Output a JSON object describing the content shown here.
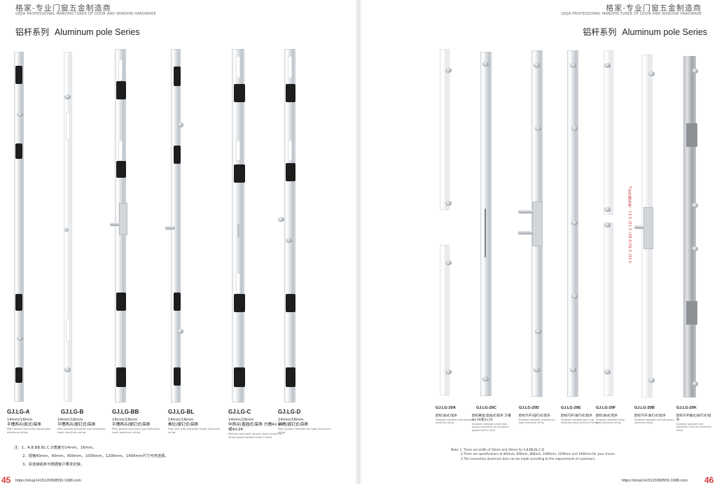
{
  "left_page": {
    "brand_cn": "格家-专业门窗五金制造商",
    "brand_en": "GEJIA PROFESSIONAL MANUFACTURER OF DOOR AND WINDOW HARDWARE",
    "series_cn": "铝杆系列",
    "series_en": "Aluminum pole Series",
    "page_number": "45",
    "url": "https://shop1415120368559.1688.com",
    "products": [
      {
        "code": "GJ.LG-A",
        "spec": "14mm/16mm",
        "name_cn": "平槽两点(扳式)铝条",
        "name_en": "Plain groove two-point (hang type) aluminum string"
      },
      {
        "code": "GJ.LG-B",
        "spec": "14mm/16mm",
        "name_cn": "平槽两点(拔钉式)铝条",
        "name_en": "Plain groove two-point (nail extraction type) aluminum string"
      },
      {
        "code": "GJ.LG-BB",
        "spec": "14mm/16mm",
        "name_cn": "平槽两点(拔钉式)铝条",
        "name_en": "Plain groove two-point (nail extraction type) aluminum string"
      },
      {
        "code": "GJ.LG-BL",
        "spec": "14mm/16mm",
        "name_cn": "推拉(拔钉式)铝条",
        "name_en": "Push-pull (nail extraction type) aluminum string"
      },
      {
        "code": "GJ.LG-C",
        "spec": "14mm/16mm",
        "name_cn": "中两点(直插式)铝条 方槽4×16或4×24",
        "name_en": "Medium two-point (plug-in type) aluminum string square groove 4x16 or 4x24"
      },
      {
        "code": "GJ.LG-D",
        "spec": "14mm/16mm",
        "name_cn": "平槽(插钉式)铝条",
        "name_en": "Plain groove (inserted pin type) aluminum string"
      }
    ],
    "notes": [
      "注：1、A.B.BB.BL.C.D宽度分14mm，16mm。",
      "2、规格40mm，60mm，800mm，1000mm，1200mm，1400mm尺寸可供选择。",
      "3、另连接铝条可根据客户要求定做。"
    ]
  },
  "right_page": {
    "brand_cn": "格家-专业门窗五金制造商",
    "brand_en": "GEJIA PROFESSIONAL MANUFACTURER OF DOOR AND WINDOW HARDWARE",
    "series_cn": "铝杆系列",
    "series_en": "Aluminum pole Series",
    "page_number": "46",
    "url": "https://shop1415120368559.1688.com",
    "vertical_label": "T钉外露长度：13.5 /21.5 /28.5/36.5 /43.5",
    "products": [
      {
        "code": "GJ.LG-20A",
        "name_cn": "欧标(拔式)铝条",
        "name_en": "European standard (nail extraction) aluminum string"
      },
      {
        "code": "GJ.LG-20C",
        "name_cn": "欧标幕墙(直插式)铝条 方槽4×16或4×24",
        "name_en": "European standard curtain wall (plug-in) aluminum string square groove 4x16 or 4x24"
      },
      {
        "code": "GJ.LG-20D",
        "name_cn": "欧标外开(插钉式)铝条",
        "name_en": "European standard (inserted pin type) aluminum string"
      },
      {
        "code": "GJ.LG-20E",
        "name_cn": "欧标内开(拔钉式)铝条",
        "name_en": "European standard open (nail extraction type) aluminum string"
      },
      {
        "code": "GJ.LG-20F",
        "name_cn": "欧标(拔式)铝条",
        "name_en": "European standard (hang type) aluminum string"
      },
      {
        "code": "GJ.LG-20B",
        "name_cn": "欧标外开(拔钉式)铝条",
        "name_en": "European standard (nail extraction) aluminum string"
      },
      {
        "code": "GJ.LG-20K",
        "name_cn": "欧标外开推拉(拔钉式)铝条",
        "name_en": "European standard (nail extraction) Push-pull aluminum string"
      }
    ],
    "notes": [
      "Note: 1. There are width of 16mm and 16mm for A.B.BB.BL.C.D",
      "2.There are specifications of 400mm, 600mm, 800mm, 1000mm, 1200mm and 1400mm for your choice.",
      "3.The connection aluminum bars can be made according to the requirements of customers."
    ]
  }
}
